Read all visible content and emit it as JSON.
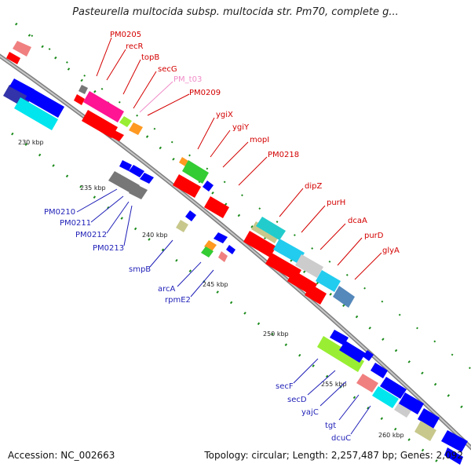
{
  "title": "Pasteurella multocida subsp. multocida str. Pm70, complete g...",
  "footer": {
    "accession": "Accession: NC_002663",
    "topology": "Topology: circular; Length: 2,257,487 bp; Genes: 2,092"
  },
  "colors": {
    "backbone": "#9a9a9a",
    "tick_dash": "#1a8a1a",
    "forward_label": "#d40000",
    "reverse_label": "#1f1fb8",
    "rna_label": "#f08cc8"
  },
  "ticks": [
    "230 kbp",
    "235 kbp",
    "240 kbp",
    "245 kbp",
    "250 kbp",
    "255 kbp",
    "260 kbp"
  ],
  "forward_genes": [
    "PM0205",
    "recR",
    "topB",
    "secG",
    "PM_t03",
    "PM0209",
    "ygiX",
    "ygiY",
    "mopI",
    "PM0218",
    "dipZ",
    "purH",
    "dcaA",
    "purD",
    "glyA"
  ],
  "reverse_genes": [
    "PM0210",
    "PM0211",
    "PM0212",
    "PM0213",
    "smpB",
    "arcA",
    "rpmE2",
    "secF",
    "secD",
    "yajC",
    "tgt",
    "dcuC"
  ]
}
